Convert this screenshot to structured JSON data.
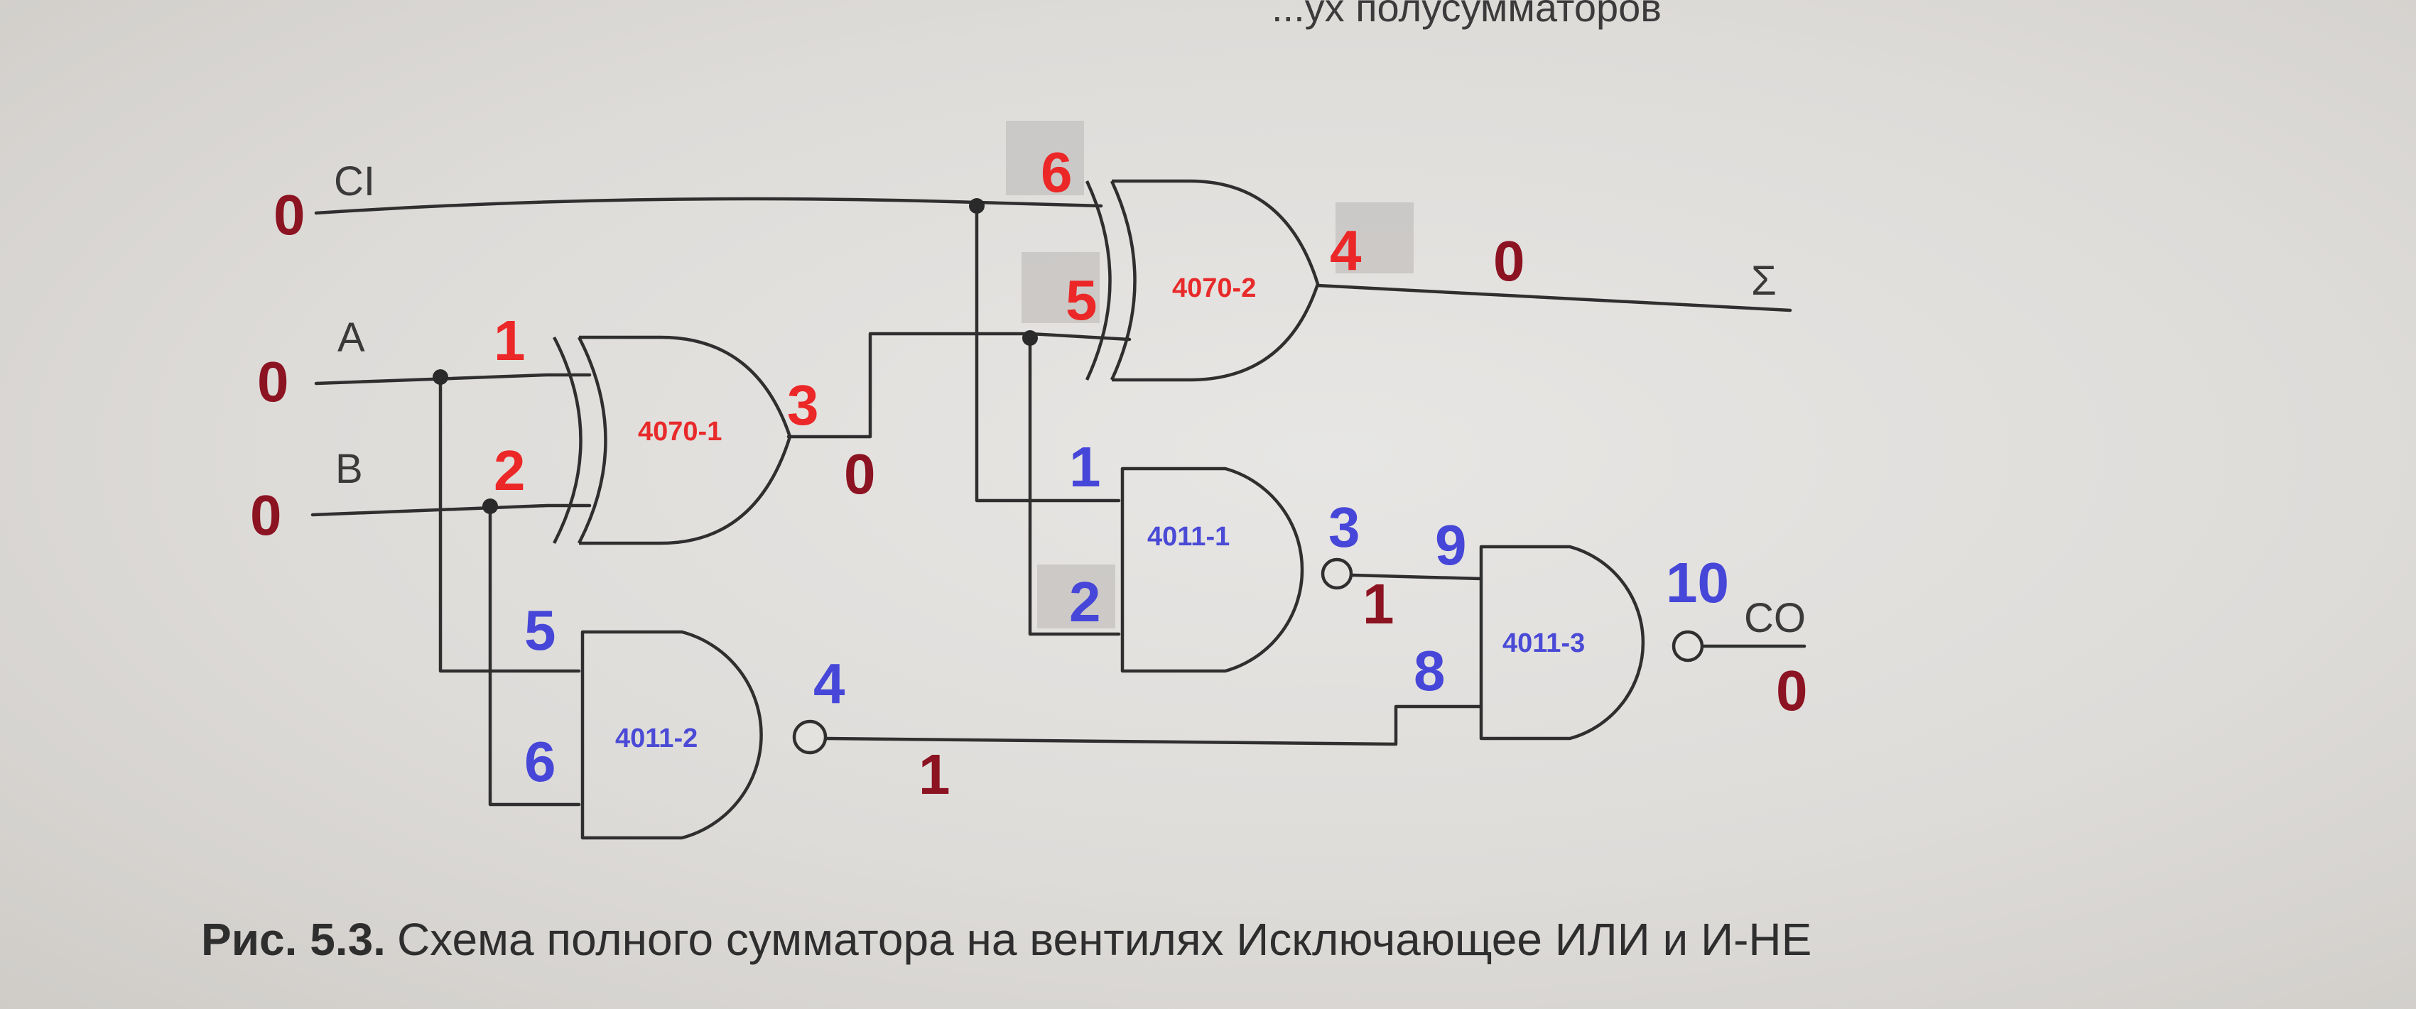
{
  "header": {
    "text": "...ух полусумматоров"
  },
  "signals": {
    "ci_label": "CI",
    "a_label": "A",
    "b_label": "B",
    "sum_label": "Σ",
    "co_label": "CO"
  },
  "gates": {
    "xor1": "4070-1",
    "xor2": "4070-2",
    "nand1": "4011-1",
    "nand2": "4011-2",
    "nand3": "4011-3"
  },
  "pins": {
    "xor1_in_a": "1",
    "xor1_in_b": "2",
    "xor1_out": "3",
    "xor2_in_ci": "6",
    "xor2_in": "5",
    "xor2_out": "4",
    "nand1_in_1": "1",
    "nand1_in_2": "2",
    "nand1_out": "3",
    "nand2_in_5": "5",
    "nand2_in_6": "6",
    "nand2_out": "4",
    "nand3_in_9": "9",
    "nand3_in_8": "8",
    "nand3_out": "10"
  },
  "values": {
    "ci": "0",
    "a": "0",
    "b": "0",
    "xor1_out": "0",
    "sum": "0",
    "nand1_out": "1",
    "nand2_out": "1",
    "co": "0"
  },
  "caption": {
    "label": "Рис. 5.3.",
    "text": "Схема полного сумматора на вентилях Исключающее ИЛИ и И-НЕ"
  },
  "colors": {
    "pin_red": "#ec2727",
    "pin_blue": "#4646d8",
    "value": "#8c1322",
    "line": "#2f2f2f"
  }
}
